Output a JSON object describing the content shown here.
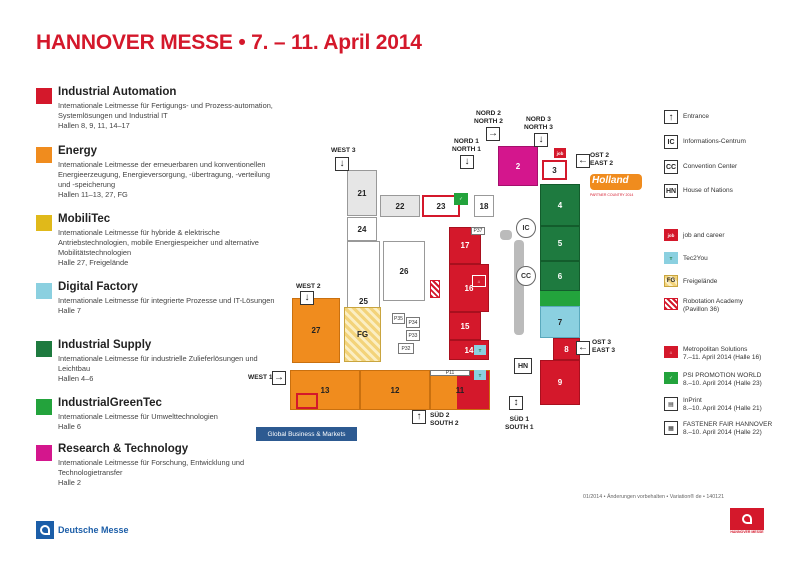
{
  "title": "HANNOVER MESSE  •  7. – 11. April 2014",
  "colors": {
    "red": "#d4182b",
    "orange": "#f08c1e",
    "yellow": "#e0b91a",
    "light_blue": "#8bd0e0",
    "dark_green": "#1e7a3f",
    "green": "#23a33c",
    "magenta": "#d4168d",
    "global_blue": "#2d5a91"
  },
  "legend": [
    {
      "name": "Industrial Automation",
      "color": "#d4182b",
      "desc": "Internationale Leitmesse für Fertigungs- und Prozess-automation, Systemlösungen und Industrial IT",
      "halls": "Hallen 8, 9, 11, 14–17"
    },
    {
      "name": "Energy",
      "color": "#f08c1e",
      "desc": "Internationale Leitmesse der erneuerbaren und konventionellen Energieerzeugung, Energieversorgung, -übertragung, -verteilung und -speicherung",
      "halls": "Hallen 11–13, 27, FG"
    },
    {
      "name": "MobiliTec",
      "color": "#e0b91a",
      "desc": "Internationale Leitmesse für hybride & elektrische Antriebstechnologien, mobile Energiespeicher und alternative Mobilitätstechnologien",
      "halls": "Halle 27, Freigelände"
    },
    {
      "name": "Digital Factory",
      "color": "#8bd0e0",
      "desc": "Internationale Leitmesse für integrierte Prozesse und IT-Lösungen",
      "halls": "Halle 7"
    },
    {
      "name": "Industrial Supply",
      "color": "#1e7a3f",
      "desc": "Internationale Leitmesse für industrielle Zulieferlösungen und Leichtbau",
      "halls": "Hallen 4–6"
    },
    {
      "name": "IndustrialGreenTec",
      "color": "#23a33c",
      "desc": "Internationale Leitmesse für Umwelttechnologien",
      "halls": "Halle 6"
    },
    {
      "name": "Research & Technology",
      "color": "#d4168d",
      "desc": "Internationale Leitmesse für Forschung, Entwicklung und Technologietransfer",
      "halls": "Halle 2"
    }
  ],
  "halls": {
    "h2": "2",
    "h3": "3",
    "h4": "4",
    "h5": "5",
    "h6": "6",
    "h7": "7",
    "h8": "8",
    "h9": "9",
    "h11": "11",
    "h12": "12",
    "h13": "13",
    "h14": "14",
    "h15": "15",
    "h16": "16",
    "h17": "17",
    "h18": "18",
    "h21": "21",
    "h22": "22",
    "h23": "23",
    "h24": "24",
    "h25": "25",
    "h26": "26",
    "h27": "27",
    "fg": "FG"
  },
  "pavilions": {
    "p35": "P35",
    "p34": "P34",
    "p33": "P33",
    "p32": "P32",
    "p37": "P37",
    "p11": "P11"
  },
  "entrances": {
    "west3": "WEST 3",
    "west2": "WEST 2",
    "west1": "WEST 1",
    "nord2": "NORD 2\nNORTH 2",
    "nord1": "NORD 1\nNORTH 1",
    "nord3": "NORD 3\nNORTH 3",
    "ost2": "OST 2\nEAST 2",
    "ost3": "OST 3\nEAST 3",
    "sued2": "SÜD 2\nSOUTH 2",
    "sued1": "SÜD 1\nSOUTH 1"
  },
  "circles": {
    "ic": "IC",
    "cc": "CC",
    "hn": "HN"
  },
  "global_business": "Global Business & Markets",
  "holland": "Holland",
  "holland_sub": "PARTNER COUNTRY 2014",
  "map_key": [
    {
      "symbol": "↑",
      "label": "Entrance"
    },
    {
      "symbol": "IC",
      "label": "Informations-Centrum"
    },
    {
      "symbol": "CC",
      "label": "Convention Center"
    },
    {
      "symbol": "HN",
      "label": "House of Nations"
    }
  ],
  "map_key_2": [
    {
      "label": "job and career",
      "type": "job"
    },
    {
      "label": "Tec2You",
      "type": "tec"
    },
    {
      "label": "Freigelände",
      "type": "fg",
      "symbol": "FG"
    },
    {
      "label": "Robotation Academy\n(Pavillon 36)",
      "type": "robo"
    }
  ],
  "map_key_3": [
    {
      "label": "Metropolitan Solutions\n7.–11. April 2014 (Halle 16)"
    },
    {
      "label": "PSI PROMOTION WORLD\n8.–10. April 2014 (Halle 23)"
    },
    {
      "label": "InPrint\n8.–10. April 2014 (Halle 21)"
    },
    {
      "label": "FASTENER FAIR HANNOVER\n8.–10. April 2014 (Halle 22)"
    }
  ],
  "footer_note": "01/2014 • Änderungen vorbehalten • Variation® de • 140121",
  "deutsche_messe": "Deutsche Messe",
  "hm_logo_text": "HANNOVER MESSE"
}
